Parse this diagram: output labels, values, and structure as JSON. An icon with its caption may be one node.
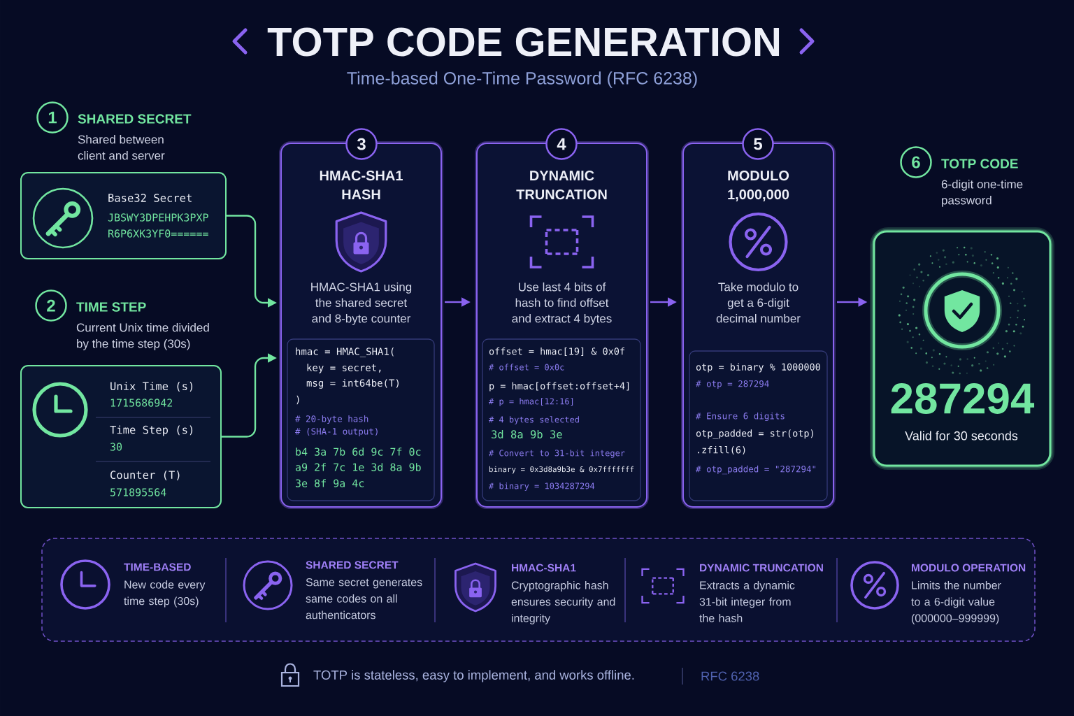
{
  "diagram": {
    "title": "TOTP CODE GENERATION",
    "nodes": [
      {
        "text": [
          "1"
        ],
        "beside": [
          "SHARED SECRET",
          "Shared between client and server"
        ]
      },
      {
        "text": [
          "Base32 Secret",
          "JBSWY3DPEHPK3PXP",
          "R6P6XK3YF0======"
        ]
      },
      {
        "text": [
          "2"
        ],
        "beside": [
          "TIME STEP",
          "Current Unix time divided by the time step (30s)"
        ]
      },
      {
        "text": [
          "Unix Time (s)",
          "1715686942",
          "Time Step (s)",
          "30",
          "Counter (T)",
          "571895564"
        ]
      },
      {
        "text": [
          "3"
        ]
      },
      {
        "text": [
          "HMAC-SHA1 HASH",
          "HMAC-SHA1 using the shared secret and 8-byte counter"
        ]
      },
      {
        "text": [
          "hmac = HMAC_SHA1(",
          "key = secret,",
          "msg = int64be(T)",
          ")",
          "# 20-byte hash",
          "# (SHA-1 output)",
          "b4 3a 7b 6d 9c 7f 0c",
          "a9 2f 7c 1e 3d 8a 9b",
          "3e 8f 9a 4c"
        ],
        "in": 5
      },
      {
        "text": [
          "4"
        ]
      },
      {
        "text": [
          "DYNAMIC TRUNCATION",
          "Use last 4 bits of hash to find offset and extract 4 bytes"
        ]
      },
      {
        "text": [
          "offset = hmac[19] & 0x0f",
          "# offset = 0x0c",
          "p = hmac[offset:offset+4]",
          "# p = hmac[12:16]",
          "# 4 bytes selected",
          "3d 8a 9b 3e",
          "# Convert to 31-bit integer",
          "binary = 0x3d8a9b3e & 0x7fffffff",
          "# binary = 1034287294"
        ],
        "in": 8
      },
      {
        "text": [
          "5"
        ]
      },
      {
        "text": [
          "MODULO 1,000,000",
          "Take modulo to get a 6-digit decimal number"
        ]
      },
      {
        "text": [
          "otp = binary % 1000000",
          "# otp = 287294",
          "# Ensure 6 digits",
          "otp_padded = str(otp)",
          ".zfill(6)",
          "# otp_padded = \"287294\""
        ],
        "in": 11
      },
      {
        "text": [
          "6"
        ],
        "beside": [
          "TOTP CODE",
          "6-digit one-time password"
        ]
      },
      {
        "text": [
          "287294",
          "Valid for 30 seconds"
        ]
      },
      {
        "text": [],
        "shape": "box"
      },
      {
        "text": [
          "TIME-BASED",
          "New code every time step (30s)"
        ],
        "in": 15
      },
      {
        "text": [
          "SHARED SECRET",
          "Same secret generates same codes on all authenticators"
        ],
        "in": 15
      },
      {
        "text": [
          "HMAC-SHA1",
          "Cryptographic hash ensures security and integrity"
        ],
        "in": 15
      },
      {
        "text": [
          "DYNAMIC TRUNCATION",
          "Extracts a dynamic 31-bit integer from the hash"
        ],
        "in": 15
      },
      {
        "text": [
          "MODULO OPERATION",
          "Limits the number to a 6-digit value (000000–999999)"
        ],
        "in": 15
      }
    ],
    "edges": [
      {
        "from": 1,
        "to": 5,
        "arrow": "to",
        "color": "#72e6a0"
      },
      {
        "from": 3,
        "to": 5,
        "arrow": "to",
        "color": "#72e6a0"
      },
      {
        "from": 5,
        "to": 8,
        "arrow": "to"
      },
      {
        "from": 8,
        "to": 11,
        "arrow": "to"
      },
      {
        "from": 11,
        "to": 14,
        "arrow": "to"
      }
    ],
    "labels": [
      "Time-based One-Time Password (RFC 6238)",
      "TOTP is stateless, easy to implement, and works offline.",
      "RFC 6238"
    ]
  }
}
